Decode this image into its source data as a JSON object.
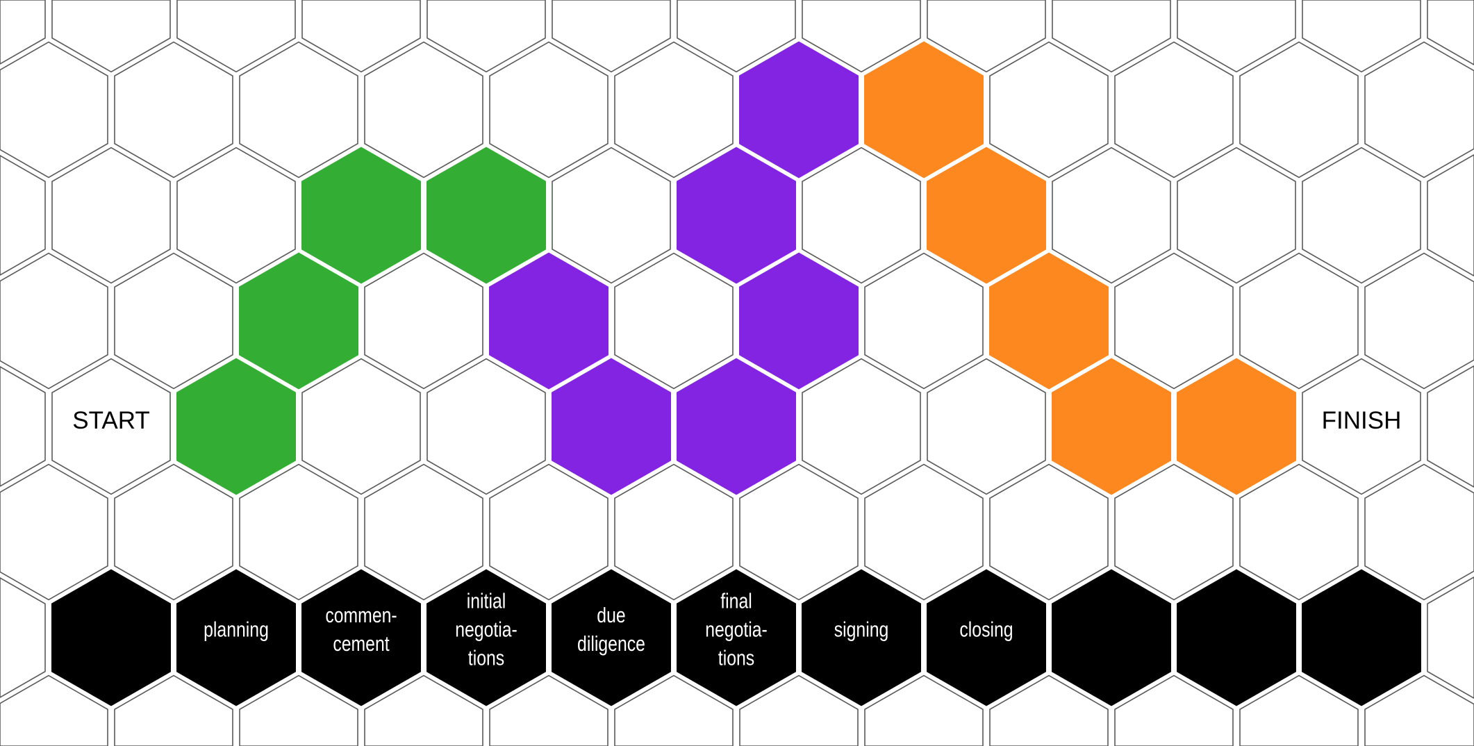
{
  "title_labels": {
    "start": "START",
    "finish": "FINISH"
  },
  "colors": {
    "green": "#34ad34",
    "purple": "#8224e2",
    "orange": "#fd881f",
    "black": "#000000",
    "outline": "#5a5a5a"
  },
  "paths": [
    {
      "name": "green-path",
      "color": "green",
      "cells": [
        [
          4,
          1
        ],
        [
          3,
          2
        ],
        [
          2,
          2
        ],
        [
          2,
          3
        ]
      ]
    },
    {
      "name": "purple-path",
      "color": "purple",
      "cells": [
        [
          3,
          4
        ],
        [
          4,
          4
        ],
        [
          4,
          5
        ],
        [
          3,
          6
        ],
        [
          2,
          5
        ],
        [
          1,
          6
        ]
      ]
    },
    {
      "name": "orange-path",
      "color": "orange",
      "cells": [
        [
          1,
          7
        ],
        [
          2,
          7
        ],
        [
          3,
          8
        ],
        [
          4,
          8
        ],
        [
          4,
          9
        ]
      ]
    }
  ],
  "start_cell": [
    4,
    0
  ],
  "finish_cell": [
    4,
    10
  ],
  "stage_row": 6,
  "stages": [
    {
      "col": 0,
      "lines": []
    },
    {
      "col": 1,
      "lines": [
        "planning"
      ]
    },
    {
      "col": 2,
      "lines": [
        "commen-",
        "cement"
      ]
    },
    {
      "col": 3,
      "lines": [
        "initial",
        "negotia-",
        "tions"
      ]
    },
    {
      "col": 4,
      "lines": [
        "due",
        "diligence"
      ]
    },
    {
      "col": 5,
      "lines": [
        "final",
        "negotia-",
        "tions"
      ]
    },
    {
      "col": 6,
      "lines": [
        "signing"
      ]
    },
    {
      "col": 7,
      "lines": [
        "closing"
      ]
    },
    {
      "col": 8,
      "lines": []
    },
    {
      "col": 9,
      "lines": []
    },
    {
      "col": 10,
      "lines": []
    }
  ]
}
